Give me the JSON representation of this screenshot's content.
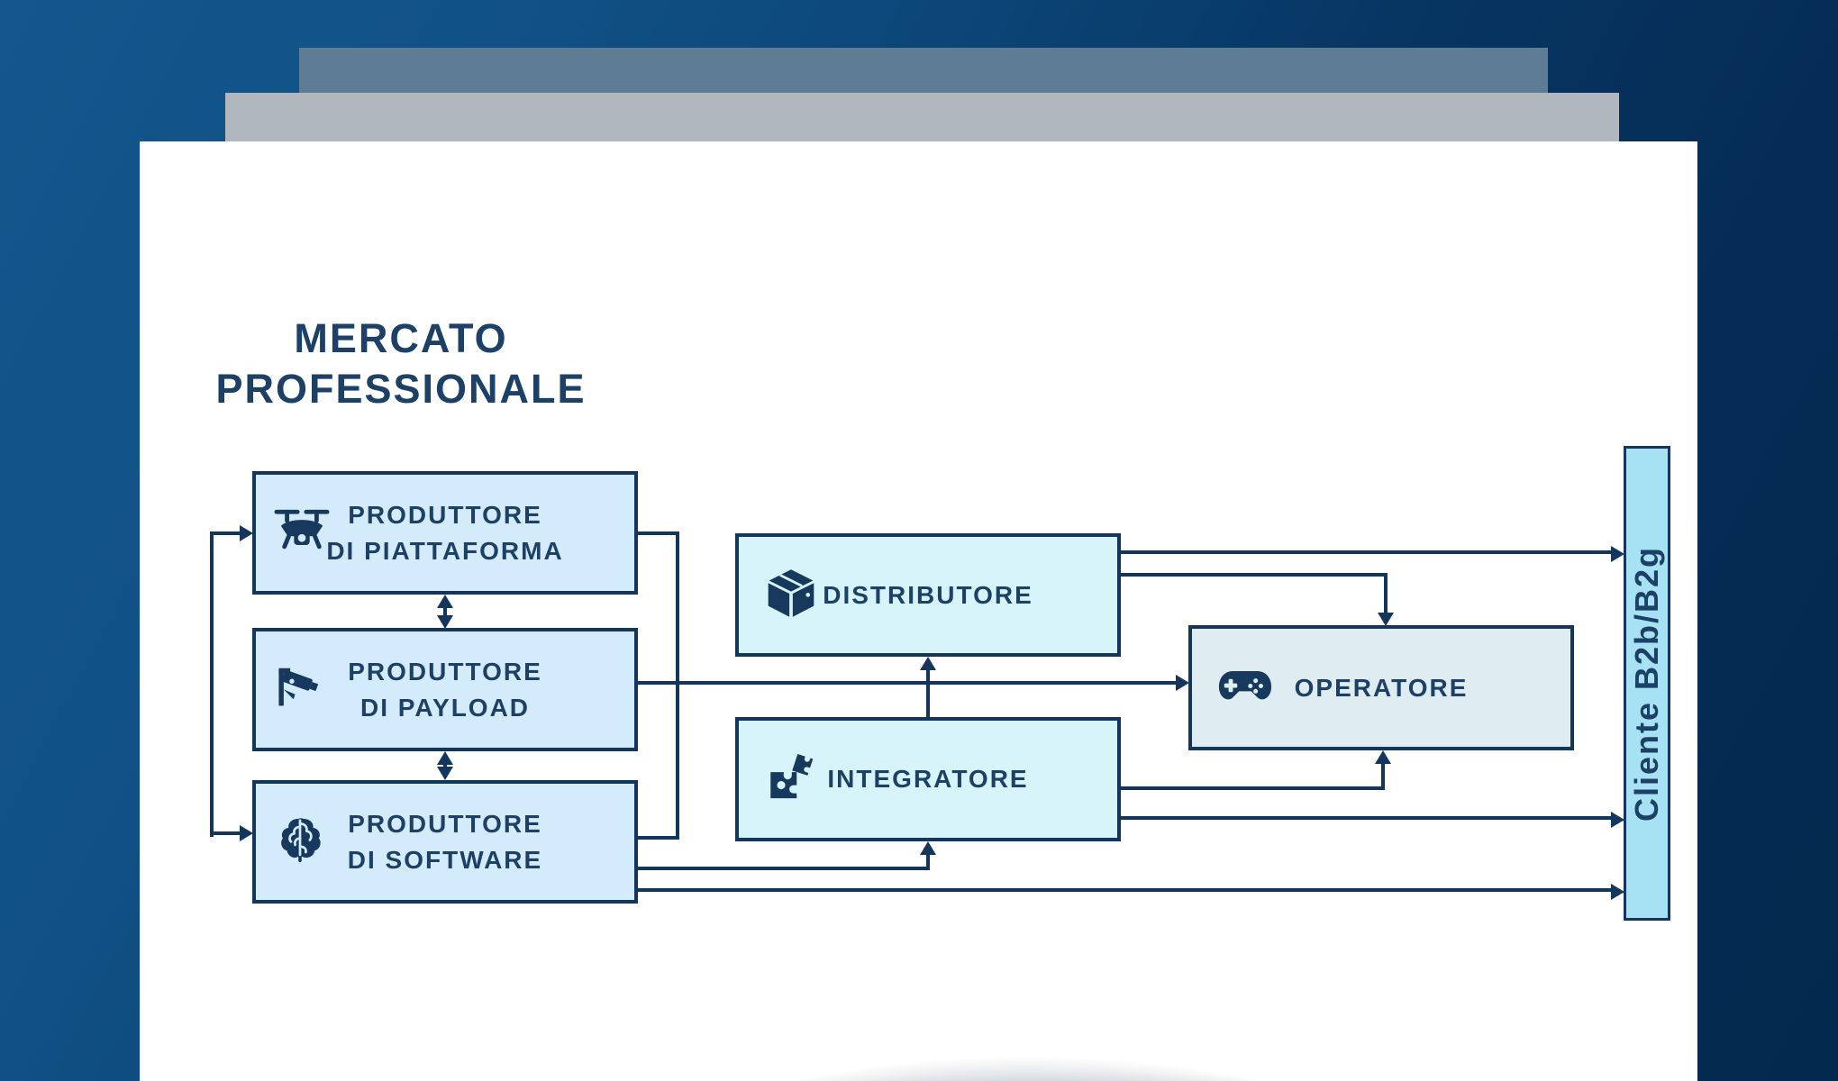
{
  "slide": {
    "title_line1": "MERCATO",
    "title_line2": "PROFESSIONALE"
  },
  "nodes": {
    "piattaforma": {
      "line1": "PRODUTTORE",
      "line2": "DI PIATTAFORMA",
      "icon": "drone-icon"
    },
    "payload": {
      "line1": "PRODUTTORE",
      "line2": "DI PAYLOAD",
      "icon": "cctv-camera-icon"
    },
    "software": {
      "line1": "PRODUTTORE",
      "line2": "DI SOFTWARE",
      "icon": "brain-icon"
    },
    "distributore": {
      "label": "DISTRIBUTORE",
      "icon": "package-box-icon"
    },
    "integratore": {
      "label": "INTEGRATORE",
      "icon": "puzzle-pieces-icon"
    },
    "operatore": {
      "label": "OPERATORE",
      "icon": "gamepad-icon"
    },
    "cliente": {
      "label": "Cliente B2b/B2g"
    }
  },
  "edges": [
    {
      "from": "left-bracket",
      "to": "piattaforma"
    },
    {
      "from": "left-bracket",
      "to": "software"
    },
    {
      "from": "piattaforma",
      "to": "payload",
      "bidirectional": true
    },
    {
      "from": "payload",
      "to": "software",
      "bidirectional": true
    },
    {
      "from": "producers-merge-line",
      "to": "operatore"
    },
    {
      "from": "producers-merge-line",
      "to": "distributore"
    },
    {
      "from": "software",
      "to": "integratore"
    },
    {
      "from": "software",
      "to": "cliente"
    },
    {
      "from": "integratore",
      "to": "distributore"
    },
    {
      "from": "integratore",
      "to": "operatore"
    },
    {
      "from": "integratore",
      "to": "cliente"
    },
    {
      "from": "distributore",
      "to": "operatore"
    },
    {
      "from": "distributore",
      "to": "cliente"
    }
  ],
  "colors": {
    "background_top_left": "#13578e",
    "background_dark": "#04294f",
    "deck_bar_slate": "#5e7d94",
    "deck_bar_gray": "#b0b7bf",
    "slide_white": "#ffffff",
    "node_border_navy": "#14365c",
    "text_navy": "#1d4066",
    "producer_fill": "#d3ebfa",
    "middle_fill": "#d7f4fb",
    "operator_fill": "#dfedf3",
    "client_bar_fill": "#a6e1f4"
  }
}
